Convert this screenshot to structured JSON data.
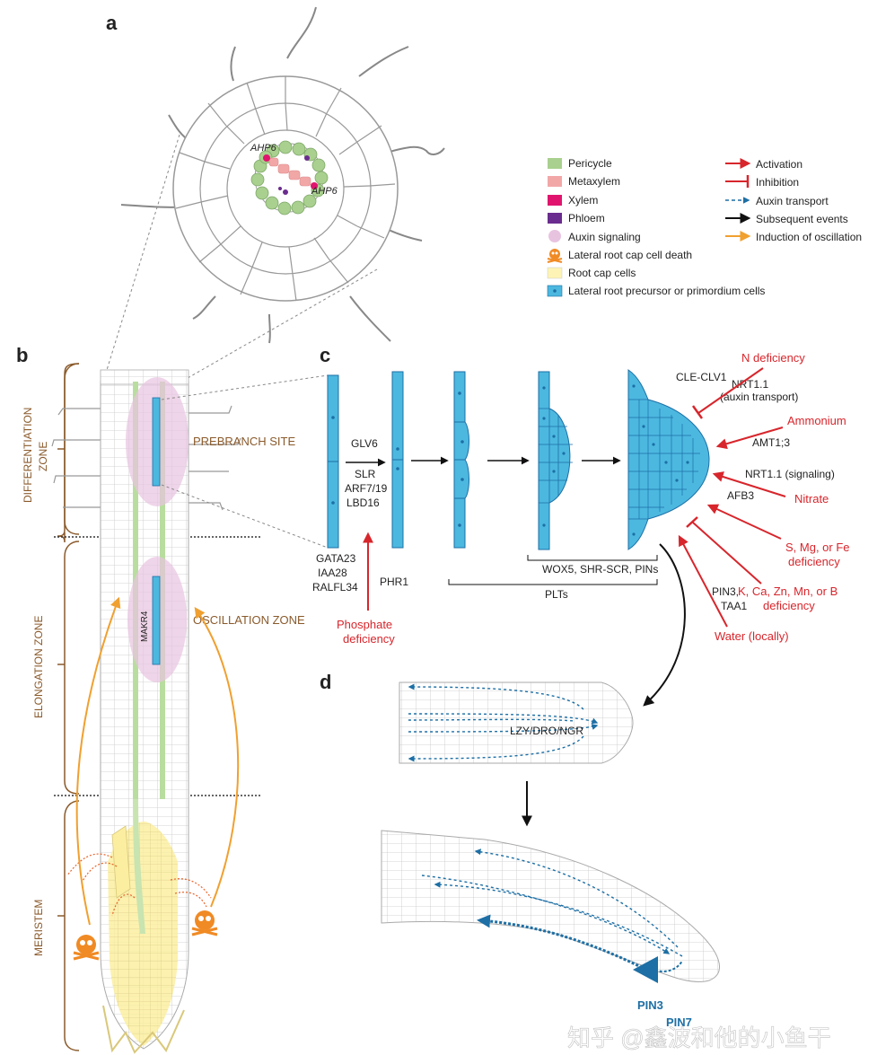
{
  "panels": {
    "a": "a",
    "b": "b",
    "c": "c",
    "d": "d"
  },
  "panel_a": {
    "ahp6_top": "AHP6",
    "ahp6_bottom": "AHP6"
  },
  "legend_left": [
    {
      "label": "Pericycle",
      "color": "#a9d08e"
    },
    {
      "label": "Metaxylem",
      "color": "#f2a7a7"
    },
    {
      "label": "Xylem",
      "color": "#e0146e"
    },
    {
      "label": "Phloem",
      "color": "#6a2c8e"
    },
    {
      "label": "Auxin signaling",
      "color": "#e8c3e0"
    },
    {
      "label": "Lateral root cap cell death",
      "color": "#f08a24"
    },
    {
      "label": "Root cap cells",
      "color": "#fdf3b4"
    },
    {
      "label": "Lateral root precursor or primordium cells",
      "color": "#4cb8e0"
    }
  ],
  "legend_right": [
    {
      "label": "Activation",
      "color": "#d7262c"
    },
    {
      "label": "Inhibition",
      "color": "#d7262c"
    },
    {
      "label": "Auxin transport",
      "color": "#1d6fa5"
    },
    {
      "label": "Subsequent events",
      "color": "#111111"
    },
    {
      "label": "Induction of oscillation",
      "color": "#f0a030"
    }
  ],
  "panel_b": {
    "zones": {
      "differentiation_1": "DIFFERENTIATION",
      "differentiation_2": "ZONE",
      "elongation": "ELONGATION ZONE",
      "meristem": "MERISTEM"
    },
    "prebranch": "PREBRANCH SITE",
    "oscillation": "OSCILLATION ZONE",
    "makr4": "MAKR4"
  },
  "panel_c": {
    "glv6": "GLV6",
    "slr": "SLR",
    "arf": "ARF7/19",
    "lbd16": "LBD16",
    "gata23": "GATA23",
    "iaa28": "IAA28",
    "ralfl34": "RALFL34",
    "phr1": "PHR1",
    "phosphate_1": "Phosphate",
    "phosphate_2": "deficiency",
    "wox5": "WOX5, SHR-SCR, PINs",
    "plts": "PLTs",
    "cle": "CLE-CLV1",
    "n_def": "N deficiency",
    "nrt_a": "NRT1.1",
    "nrt_b": "(auxin transport)",
    "ammonium": "Ammonium",
    "amt": "AMT1;3",
    "nrt_sig": "NRT1.1 (signaling)",
    "afb3": "AFB3",
    "nitrate": "Nitrate",
    "smgfe_1": "S, Mg, or Fe",
    "smgfe_2": "deficiency",
    "kca_1": "K, Ca, Zn, Mn, or B",
    "kca_2": "deficiency",
    "pin3taa_1": "PIN3,",
    "pin3taa_2": "TAA1",
    "water": "Water (locally)"
  },
  "panel_d": {
    "lzy": "LZY/DRO/NGR",
    "pin3": "PIN3",
    "pin7": "PIN7"
  },
  "watermark": "知乎 @鑫波和他的小鱼干"
}
